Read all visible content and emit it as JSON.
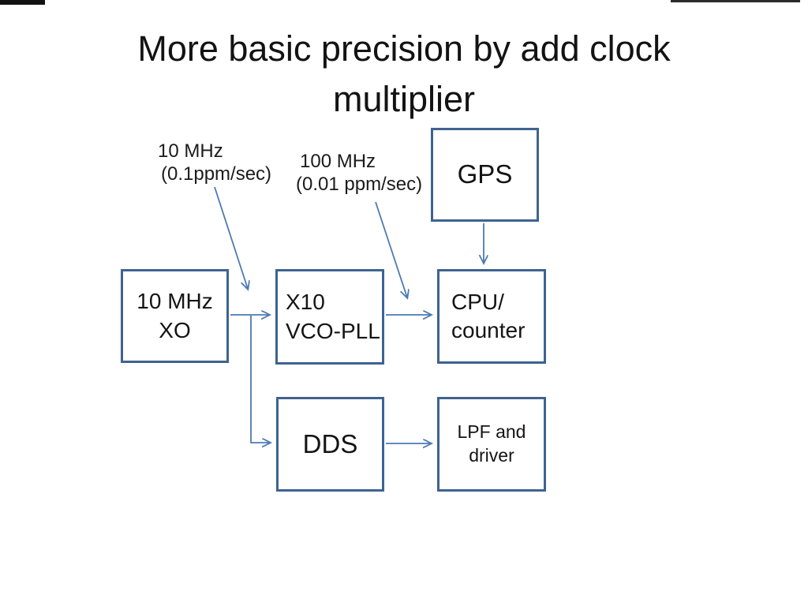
{
  "title": {
    "line1": "More basic precision by add clock",
    "line2": "multiplier"
  },
  "annotations": {
    "xo_signal": {
      "line1": "10 MHz",
      "line2": "(0.1ppm/sec)"
    },
    "pll_signal": {
      "line1": "100 MHz",
      "line2": "(0.01 ppm/sec)"
    }
  },
  "boxes": {
    "gps": {
      "label": "GPS"
    },
    "xo": {
      "line1": "10 MHz",
      "line2": "XO"
    },
    "vco_pll": {
      "line1": "X10",
      "line2": "VCO-PLL"
    },
    "cpu": {
      "line1": "CPU/",
      "line2": "counter"
    },
    "dds": {
      "label": "DDS"
    },
    "lpf": {
      "line1": "LPF and",
      "line2": "driver"
    }
  },
  "connections": [
    {
      "from": "GPS",
      "to": "CPU/counter",
      "style": "arrow"
    },
    {
      "from": "10 MHz XO",
      "to": "X10 VCO-PLL",
      "style": "arrow"
    },
    {
      "from": "X10 VCO-PLL",
      "to": "CPU/counter",
      "style": "arrow"
    },
    {
      "from": "10 MHz XO",
      "to": "DDS",
      "style": "elbow-arrow"
    },
    {
      "from": "DDS",
      "to": "LPF and driver",
      "style": "arrow"
    },
    {
      "from": "10 MHz (0.1ppm/sec) annotation",
      "to": "XO output line",
      "style": "leader-arrow"
    },
    {
      "from": "100 MHz (0.01 ppm/sec) annotation",
      "to": "VCO-PLL output line",
      "style": "leader-arrow"
    }
  ],
  "colors": {
    "background": "#ffffff",
    "box_border": "#3e6390",
    "arrow": "#4d7ab2",
    "text": "#141414"
  }
}
